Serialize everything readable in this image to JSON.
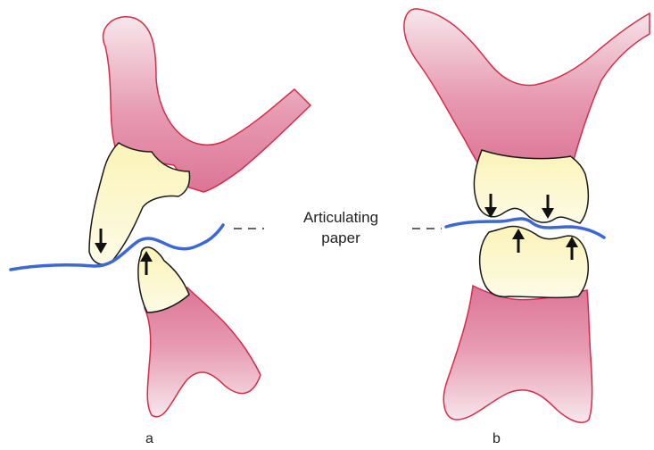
{
  "labels": {
    "paper_line1": "Articulating",
    "paper_line2": "paper",
    "panel_a": "a",
    "panel_b": "b"
  },
  "colors": {
    "gum_fill": "#e08aa5",
    "gum_fill_light": "#f6e4ea",
    "gum_outline": "#d72b4a",
    "tooth_fill": "#fbf6c9",
    "tooth_outline": "#1a1a1a",
    "paper_line": "#3c67d6",
    "arrow": "#111111"
  },
  "icons": {
    "force_arrow": "arrow",
    "guide": "dashed-line"
  }
}
